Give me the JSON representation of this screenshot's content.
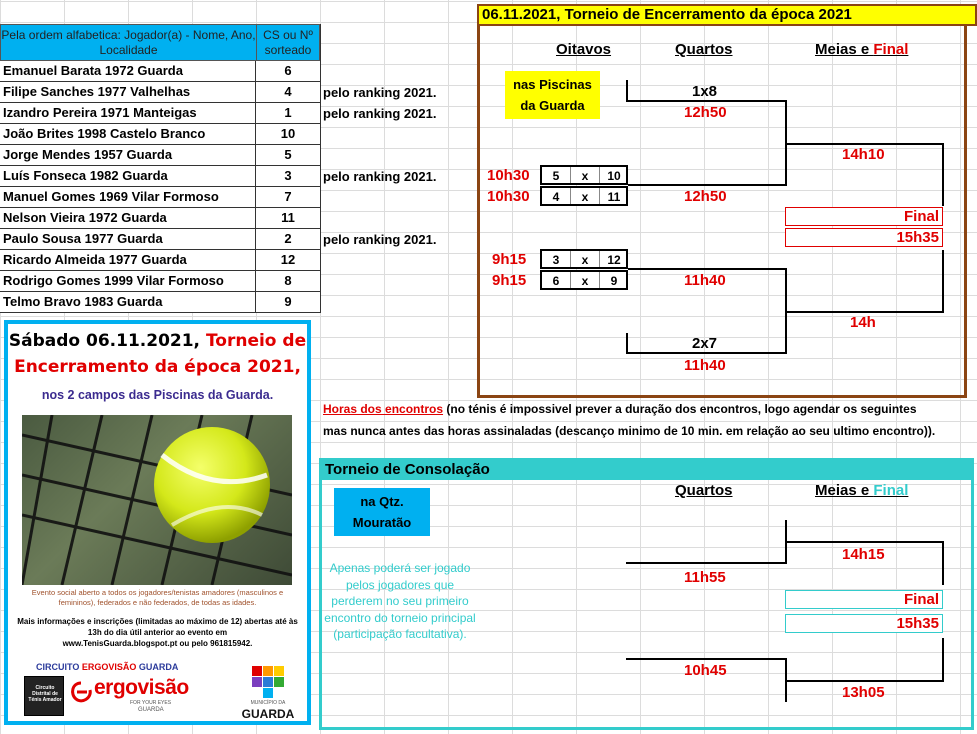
{
  "header": {
    "col1": "Pela ordem alfabetica: Jogador(a) - Nome, Ano, Localidade",
    "col2": "CS ou Nº sorteado"
  },
  "players": [
    {
      "name": "Emanuel Barata 1972 Guarda",
      "seed": "6",
      "note": ""
    },
    {
      "name": "Filipe Sanches 1977 Valhelhas",
      "seed": "4",
      "note": "pelo ranking 2021."
    },
    {
      "name": "Izandro Pereira 1971 Manteigas",
      "seed": "1",
      "note": "pelo ranking 2021."
    },
    {
      "name": "João Brites 1998 Castelo Branco",
      "seed": "10",
      "note": ""
    },
    {
      "name": "Jorge Mendes 1957 Guarda",
      "seed": "5",
      "note": ""
    },
    {
      "name": "Luís Fonseca 1982 Guarda",
      "seed": "3",
      "note": "pelo ranking 2021."
    },
    {
      "name": "Manuel Gomes 1969 Vilar Formoso",
      "seed": "7",
      "note": ""
    },
    {
      "name": "Nelson Vieira 1972 Guarda",
      "seed": "11",
      "note": ""
    },
    {
      "name": "Paulo Sousa 1977 Guarda",
      "seed": "2",
      "note": "pelo ranking 2021."
    },
    {
      "name": "Ricardo Almeida 1977 Guarda",
      "seed": "12",
      "note": ""
    },
    {
      "name": "Rodrigo Gomes 1999 Vilar Formoso",
      "seed": "8",
      "note": ""
    },
    {
      "name": "Telmo Bravo 1983 Guarda",
      "seed": "9",
      "note": ""
    }
  ],
  "main": {
    "title": "06.11.2021, Torneio de Encerramento da época 2021",
    "col_oitavos": "Oitavos",
    "col_quartos": "Quartos",
    "col_meias": "Meias e ",
    "col_final": "Final",
    "venue": "nas Piscinas da Guarda",
    "q1_match": "1x8",
    "q1_time": "12h50",
    "m1_time": "14h10",
    "r16_a_time": "10h30",
    "r16_a": {
      "a": "5",
      "x": "x",
      "b": "10"
    },
    "r16_b_time": "10h30",
    "r16_b": {
      "a": "4",
      "x": "x",
      "b": "11"
    },
    "q2_time": "12h50",
    "final_label": "Final",
    "final_time": "15h35",
    "r16_c_time": "9h15",
    "r16_c": {
      "a": "3",
      "x": "x",
      "b": "12"
    },
    "r16_d_time": "9h15",
    "r16_d": {
      "a": "6",
      "x": "x",
      "b": "9"
    },
    "q3_time": "11h40",
    "m2_time": "14h",
    "q4_match": "2x7",
    "q4_time": "11h40"
  },
  "info": {
    "horas_label": "Horas dos encontros",
    "line1": " (no ténis é impossivel prever a duração dos encontros, logo agendar os seguintes",
    "line2": "mas nunca antes das horas assinaladas (descanço minimo de 10 min. em relação ao seu ultimo encontro))."
  },
  "consolacao": {
    "title": "Torneio de Consolação",
    "col_quartos": "Quartos",
    "col_meias": "Meias e ",
    "col_final": "Final",
    "venue": "na Qtz. Mouratão",
    "description": "Apenas poderá ser jogado pelos jogadores que perderem no seu primeiro encontro do torneio principal (participação facultativa).",
    "m1_time": "14h15",
    "q1_time": "11h55",
    "final_label": "Final",
    "final_time": "15h35",
    "q2_time": "10h45",
    "m2_time": "13h05"
  },
  "poster": {
    "title_black": "Sábado 06.11.2021, ",
    "title_red1": "Torneio de",
    "title_red2": "Encerramento da época 2021,",
    "subtitle": "nos 2 campos das Piscinas da Guarda.",
    "body1": "Evento social aberto a todos os jogadores/tenistas amadores (masculinos e femininos), federados e não federados, de todas as idades.",
    "body2": "Mais informações e inscrições (limitadas ao máximo de 12) abertas até às 13h do dia útil anterior ao evento em",
    "body3": "www.TenisGuarda.blogspot.pt ou pelo 961815942.",
    "circuito_a": "CIRCUITO ",
    "circuito_b": "ERGOVISÃO",
    "circuito_c": " GUARDA",
    "logo_left": "Circuito Distrital de Ténis Amador",
    "ergovisao": "ergovisão",
    "ergo_tag": "FOR YOUR EYES",
    "ergo_guarda": "GUARDA",
    "municipio": "MUNICÍPIO DA",
    "guarda": "GUARDA"
  },
  "colors": {
    "accent_blue": "#00b0f0",
    "brown": "#8b4513",
    "teal": "#33cccc",
    "red": "#e00000",
    "yellow": "#ffff00"
  }
}
